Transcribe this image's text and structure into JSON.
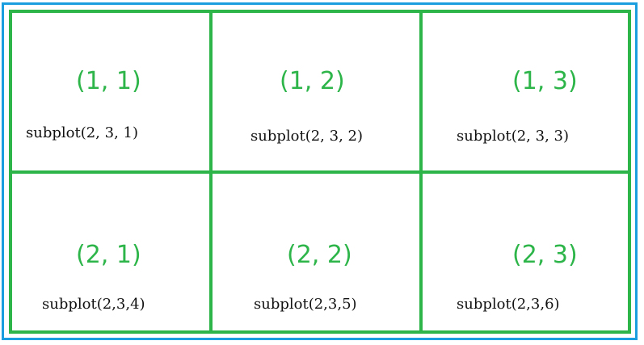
{
  "diagram": {
    "colors": {
      "outer_border": "#1a9ee0",
      "grid": "#2db54a",
      "index_text": "#2db54a",
      "call_text": "#111111"
    },
    "cells": [
      {
        "index": "(1, 1)",
        "call": "subplot(2, 3, 1)"
      },
      {
        "index": "(1, 2)",
        "call": "subplot(2, 3, 2)"
      },
      {
        "index": "(1, 3)",
        "call": "subplot(2, 3, 3)"
      },
      {
        "index": "(2, 1)",
        "call": "subplot(2,3,4)"
      },
      {
        "index": "(2, 2)",
        "call": "subplot(2,3,5)"
      },
      {
        "index": "(2, 3)",
        "call": "subplot(2,3,6)"
      }
    ]
  }
}
